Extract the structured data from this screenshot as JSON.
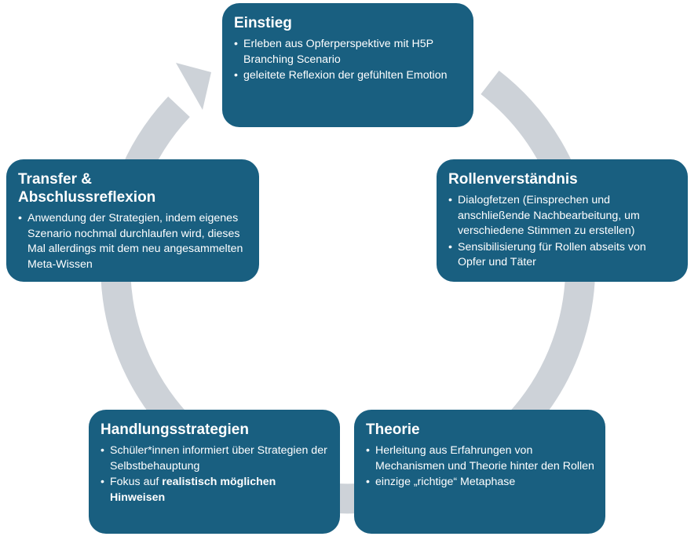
{
  "colors": {
    "box_fill": "#195f80",
    "box_text": "#ffffff",
    "ring": "#cdd2d8",
    "background": "#ffffff"
  },
  "cycle": {
    "direction": "clockwise",
    "arrow_icon": "curved-arrow-icon"
  },
  "stages": [
    {
      "title": "Einstieg",
      "bullets": [
        "Erleben aus Opferperspektive mit H5P Branching Scenario",
        "geleitete Reflexion der gefühlten Emotion"
      ]
    },
    {
      "title": "Rollenverständnis",
      "bullets": [
        "Dialogfetzen (Einsprechen und anschließende Nachbearbeitung, um verschiedene Stimmen zu erstellen)",
        "Sensibilisierung für Rollen abseits von Opfer und Täter"
      ]
    },
    {
      "title": "Theorie",
      "bullets": [
        "Herleitung aus Erfahrungen von Mechanismen und Theorie hinter den Rollen",
        "einzige „richtige“ Metaphase"
      ]
    },
    {
      "title": "Handlungsstrategien",
      "bullets": [
        "Schüler*innen informiert über Strategien der Selbstbehauptung"
      ],
      "bullet_mixed": {
        "prefix": "Fokus auf ",
        "bold": "realistisch möglichen Hinweisen"
      }
    },
    {
      "title": "Transfer & Abschlussreflexion",
      "bullets": [
        "Anwendung der Strategien, indem eigenes Szenario nochmal durchlaufen wird, dieses Mal allerdings mit dem neu angesammelten Meta-Wissen"
      ]
    }
  ]
}
